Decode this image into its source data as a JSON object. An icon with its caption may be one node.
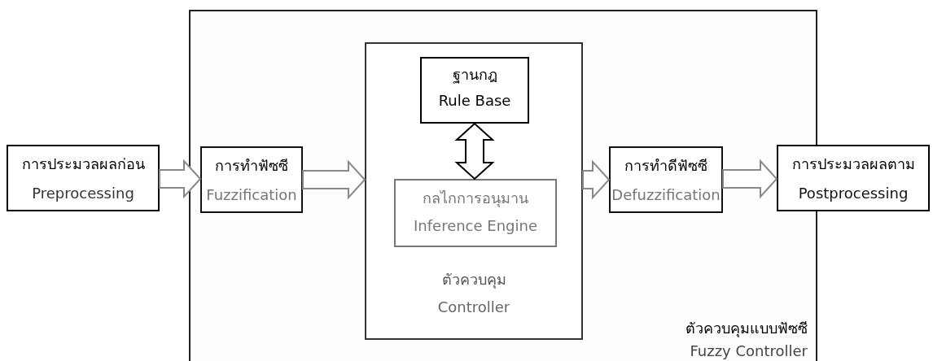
{
  "diagram": {
    "nodes": [
      {
        "text": [
          "การประมวลผลก่อน",
          "Preprocessing"
        ]
      },
      {
        "text": [
          "ตัวควบคุมแบบฟัซซี",
          "Fuzzy Controller"
        ]
      },
      {
        "text": [
          "การทำฟัซซี",
          "Fuzzification"
        ],
        "in": 1
      },
      {
        "text": [
          "ตัวควบคุม",
          "Controller"
        ],
        "in": 1
      },
      {
        "text": [
          "ฐานกฎ",
          "Rule Base"
        ],
        "in": 3
      },
      {
        "text": [
          "กลไกการอนุมาน",
          "Inference Engine"
        ],
        "in": 3
      },
      {
        "text": [
          "การทำดีฟัซซี",
          "Defuzzification"
        ],
        "in": 1
      },
      {
        "text": [
          "การประมวลผลตาม",
          "Postprocessing"
        ]
      }
    ],
    "edges": [
      {
        "from": 0,
        "to": 2,
        "arrow": "to"
      },
      {
        "from": 2,
        "to": 3,
        "arrow": "to"
      },
      {
        "from": 4,
        "to": 5,
        "arrow": "both"
      },
      {
        "from": 3,
        "to": 6,
        "arrow": "to"
      },
      {
        "from": 6,
        "to": 7,
        "arrow": "to"
      }
    ]
  }
}
